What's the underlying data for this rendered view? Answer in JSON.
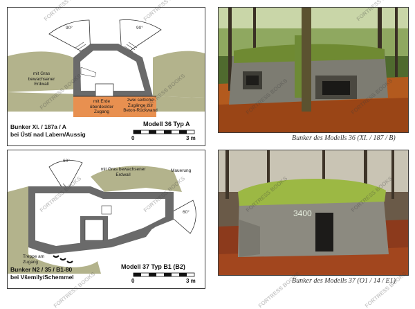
{
  "figures": [
    {
      "model": "Modell 36 Typ A",
      "location_line1": "Bunker XI. / 187a / A",
      "location_line2": "bei Ústí nad Labem/Aussig",
      "labels": {
        "angle_left": "90°",
        "angle_right": "90°",
        "grass_wall": "mit Gras bewachsener Erdwall",
        "covered_entrance": "mit Erde überdeckter Zugang",
        "side_entrances": "zwei seitliche Zugänge zur Beton-Rückwand"
      },
      "scale_start": "0",
      "scale_end": "3 m",
      "photo_caption": "Bunker des Modells 36 (XI. / 187 / B)",
      "photo_marking": ""
    },
    {
      "model": "Modell 37 Typ B1 (B2)",
      "location_line1": "Bunker N2 / 35 / B1-80",
      "location_line2": "bei Všemily/Schemmel",
      "labels": {
        "angle_top": "60°",
        "angle_right": "60°",
        "grass_wall": "mit Gras bewachsener Erdwall",
        "masonry": "Mauerung",
        "stair": "Treppe am Zugang"
      },
      "scale_start": "0",
      "scale_end": "3 m",
      "photo_caption": "Bunker des Modells 37 (O1 / 14 / E1)",
      "photo_marking": "3400"
    }
  ],
  "watermark": "FORTRESS BOOKS",
  "colors": {
    "earth_wall": "#b3b38c",
    "concrete_fill": "#e89050",
    "wall_grey": "#6a6a6a",
    "frame": "#3a3a3a"
  }
}
